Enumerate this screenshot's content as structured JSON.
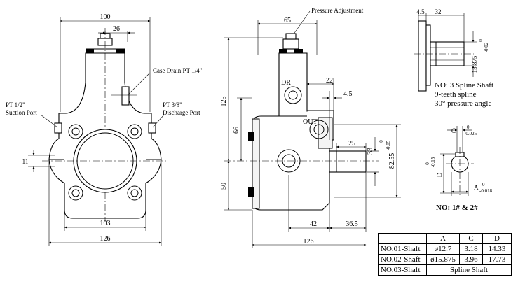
{
  "front_view": {
    "width_top": "100",
    "width_26": "26",
    "case_drain": "Case Drain PT 1/4\"",
    "suction_line1": "PT 1/2\"",
    "suction_line2": "Suction Port",
    "discharge_line1": "PT 3/8\"",
    "discharge_line2": "Discharge Port",
    "dim_11": "11",
    "dim_103": "103",
    "dim_126": "126"
  },
  "side_view": {
    "pressure_adjustment": "Pressure Adjustment",
    "dim_65": "65",
    "dim_125": "125",
    "dim_66": "66",
    "dim_50": "50",
    "dim_22": "22",
    "dim_4_5": "4.5",
    "dim_25": "25",
    "dim_33": "33",
    "tol_33_upper": "0",
    "tol_33_lower": "-0.05",
    "dim_82_55": "82.55",
    "dim_42": "42",
    "dim_36_5": "36.5",
    "dim_126": "126",
    "label_dr": "DR",
    "label_out": "OUT"
  },
  "spline_detail": {
    "dim_4_5": "4.5",
    "dim_32": "32",
    "dim_15_875": "15.875",
    "tol_upper": "0",
    "tol_lower": "-0.02",
    "note_line1": "NO:  3 Spline Shaft",
    "note_line2": "9-teeth spline",
    "note_line3": "30°  pressure angle"
  },
  "key_detail": {
    "label_c": "C",
    "c_tol_upper": "0",
    "c_tol_lower": "-0.025",
    "label_d": "D",
    "d_tol_upper": "0",
    "d_tol_lower": "-0.15",
    "label_a": "A",
    "a_tol_upper": "0",
    "a_tol_lower": "-0.018",
    "caption": "NO:  1# & 2#"
  },
  "shaft_table": {
    "headers": [
      "",
      "A",
      "C",
      "D"
    ],
    "rows": [
      {
        "name": "NO.01-Shaft",
        "a": "ø12.7",
        "c": "3.18",
        "d": "14.33"
      },
      {
        "name": "NO.02-Shaft",
        "a": "ø15.875",
        "c": "3.96",
        "d": "17.73"
      },
      {
        "name": "NO.03-Shaft",
        "spline": "Spline  Shaft"
      }
    ]
  }
}
